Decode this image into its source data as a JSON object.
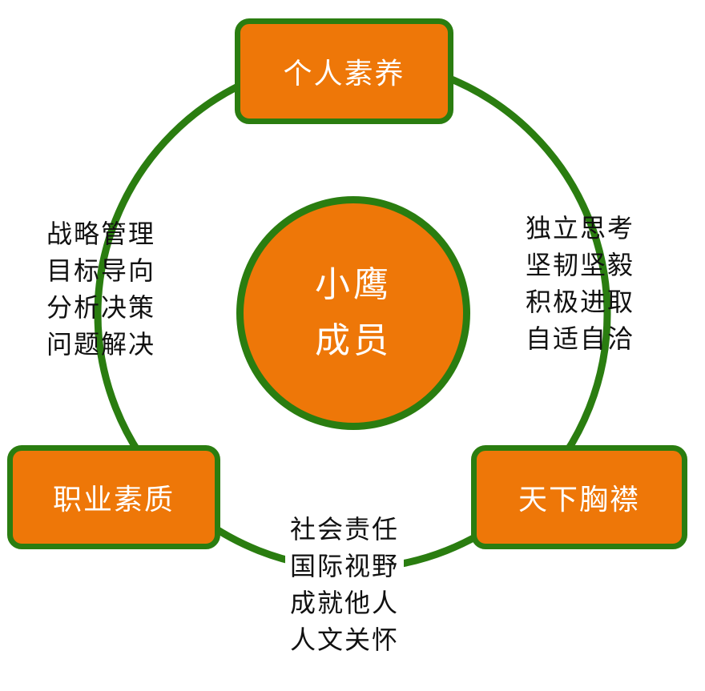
{
  "diagram": {
    "center": {
      "lines": [
        "小鹰",
        "成员"
      ]
    },
    "nodes": {
      "top": "个人素养",
      "left": "职业素质",
      "right": "天下胸襟"
    },
    "arc_texts": {
      "left": [
        "战略管理",
        "目标导向",
        "分析决策",
        "问题解决"
      ],
      "right": [
        "独立思考",
        "坚韧坚毅",
        "积极进取",
        "自适自洽"
      ],
      "bottom": [
        "社会责任",
        "国际视野",
        "成就他人",
        "人文关怀"
      ]
    },
    "colors": {
      "fill": "#ee7708",
      "border": "#2a7d10",
      "text_on_fill": "#ffffff",
      "text": "#111111"
    }
  }
}
